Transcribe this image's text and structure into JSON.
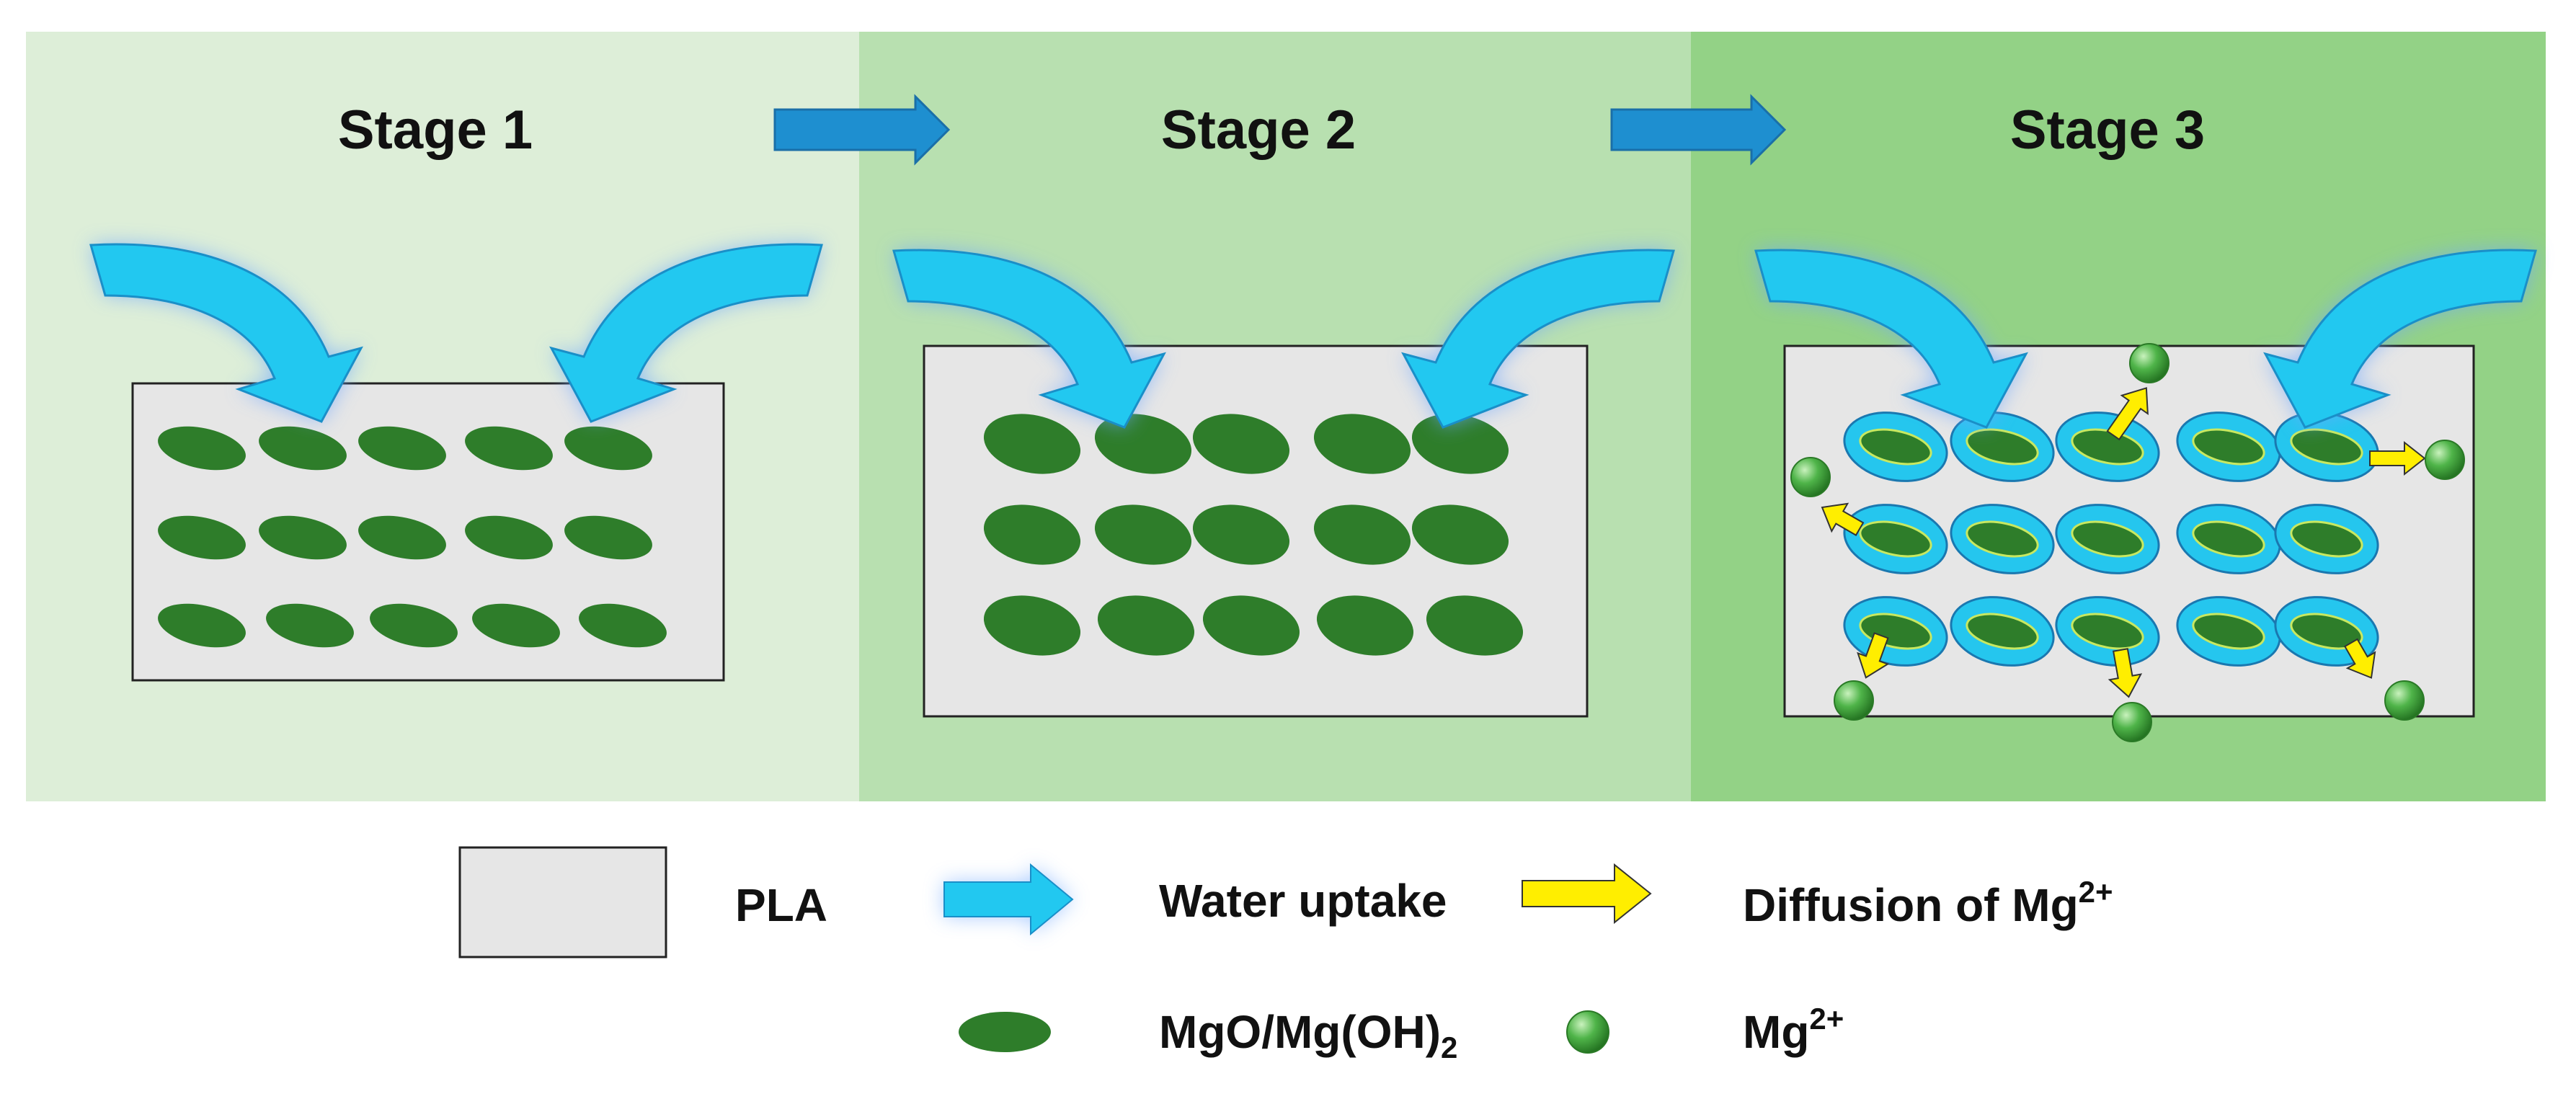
{
  "stages": [
    {
      "title": "Stage 1",
      "bg": "#ddeed8"
    },
    {
      "title": "Stage 2",
      "bg": "#b8e0b0"
    },
    {
      "title": "Stage 3",
      "bg": "#93d286"
    }
  ],
  "colors": {
    "pla_fill": "#e6e6e6",
    "particle": "#2e7d2a",
    "water_arrow": "#22c8f0",
    "water_glow": "#6fa8ff",
    "halo": "#25c6ee",
    "diffusion_arrow": "#ffee00",
    "flow_arrow": "#1e8fd0",
    "ion": "#49b045"
  },
  "icons": {
    "water": "curved-arrow-icon",
    "flow": "right-arrow-icon",
    "diffusion": "yellow-arrow-icon",
    "ion": "sphere-icon"
  },
  "legend": {
    "pla": "PLA",
    "water_uptake": "Water uptake",
    "diffusion_prefix": "Diffusion of Mg",
    "diffusion_sup": "2+",
    "particle_main": "MgO/Mg(OH)",
    "particle_sub": "2",
    "ion_main": "Mg",
    "ion_sup": "2+"
  }
}
